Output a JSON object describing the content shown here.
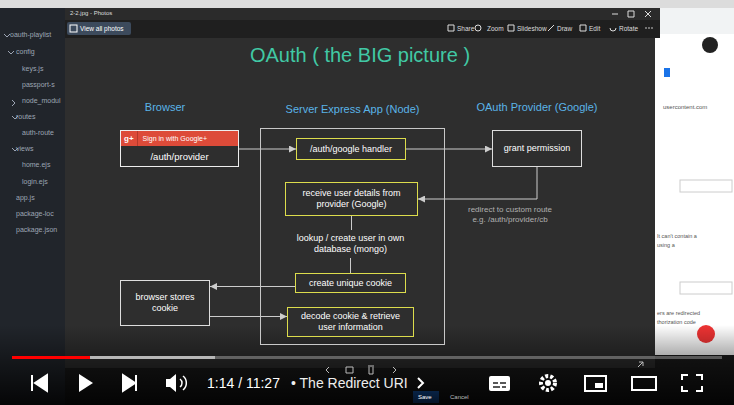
{
  "diagram": {
    "title": "OAuth ( the BIG picture )",
    "nodes": [
      {
        "text": [
          "Server Express App (Node)"
        ]
      },
      {
        "text": [
          "g+",
          "Sign in with Google+",
          "/auth/provider"
        ]
      },
      {
        "text": [
          "/auth/google handler"
        ],
        "in": 0
      },
      {
        "text": [
          "grant permission"
        ]
      },
      {
        "text": [
          "receive user details from provider (Google)"
        ],
        "in": 0
      },
      {
        "text": [
          "lookup / create user in own database (mongo)"
        ],
        "in": 0
      },
      {
        "text": [
          "create unique cookie"
        ],
        "in": 0
      },
      {
        "text": [
          "browser stores cookie"
        ]
      },
      {
        "text": [
          "decode cookie & retrieve user information"
        ],
        "in": 0
      }
    ],
    "edges": [
      {
        "from": 1,
        "to": 2,
        "arrow": "to"
      },
      {
        "from": 2,
        "to": 3,
        "arrow": "to"
      },
      {
        "from": 3,
        "to": 4,
        "label": "redirect to custom route e.g. /auth/provider/cb",
        "arrow": "to"
      },
      {
        "from": 4,
        "to": 5,
        "arrow": "none"
      },
      {
        "from": 5,
        "to": 6,
        "arrow": "none"
      },
      {
        "from": 6,
        "to": 7,
        "arrow": "to"
      },
      {
        "from": 7,
        "to": 8,
        "arrow": "to"
      }
    ],
    "labels": [
      "Browser",
      "OAuth Provider (Google)",
      "2-2.jpg - Photos",
      "View all photos",
      "Share",
      "Zoom",
      "Slideshow",
      "Draw",
      "Edit",
      "Rotate",
      "oauth-playlist",
      "config",
      "keys.js",
      "passport-s",
      "node_modul",
      "routes",
      "auth-route",
      "views",
      "home.ejs",
      "login.ejs",
      "app.js",
      "package-loc",
      "package.json",
      "usercontent.com",
      "It can't contain a",
      "using a",
      "ers are redirected",
      "thorization code",
      "Save",
      "Cancel",
      "1:14 / 11:27",
      "• The Redirect URI"
    ]
  }
}
